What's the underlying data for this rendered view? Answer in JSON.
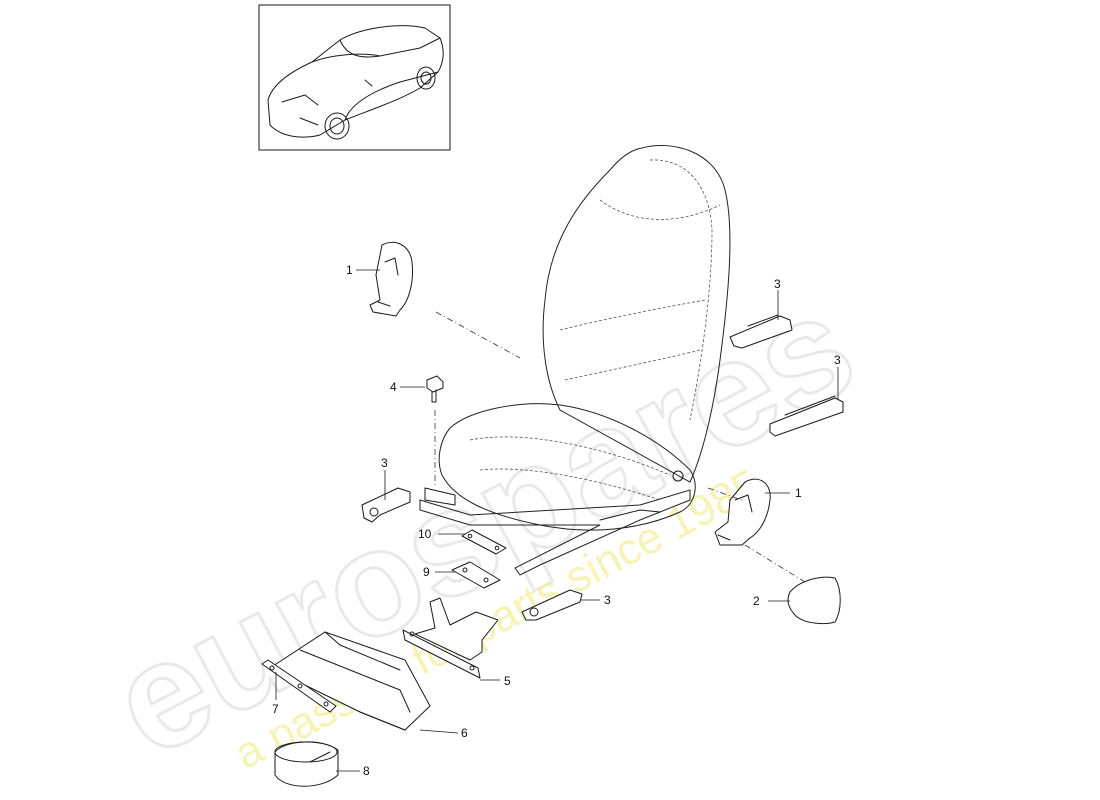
{
  "watermark": {
    "brand": "eurospares",
    "tagline": "a passion for parts since 1985"
  },
  "callouts": [
    {
      "id": "callout-1-left",
      "label": "1"
    },
    {
      "id": "callout-1-right",
      "label": "1"
    },
    {
      "id": "callout-2",
      "label": "2"
    },
    {
      "id": "callout-3-top-right",
      "label": "3"
    },
    {
      "id": "callout-3-right",
      "label": "3"
    },
    {
      "id": "callout-3-left",
      "label": "3"
    },
    {
      "id": "callout-3-bottom",
      "label": "3"
    },
    {
      "id": "callout-4",
      "label": "4"
    },
    {
      "id": "callout-5",
      "label": "5"
    },
    {
      "id": "callout-6",
      "label": "6"
    },
    {
      "id": "callout-7",
      "label": "7"
    },
    {
      "id": "callout-8",
      "label": "8"
    },
    {
      "id": "callout-9",
      "label": "9"
    },
    {
      "id": "callout-10",
      "label": "10"
    }
  ],
  "colors": {
    "line": "#1a1a1a",
    "watermark_outline": "#e6e6e6",
    "watermark_tagline": "#f3ef9a"
  }
}
